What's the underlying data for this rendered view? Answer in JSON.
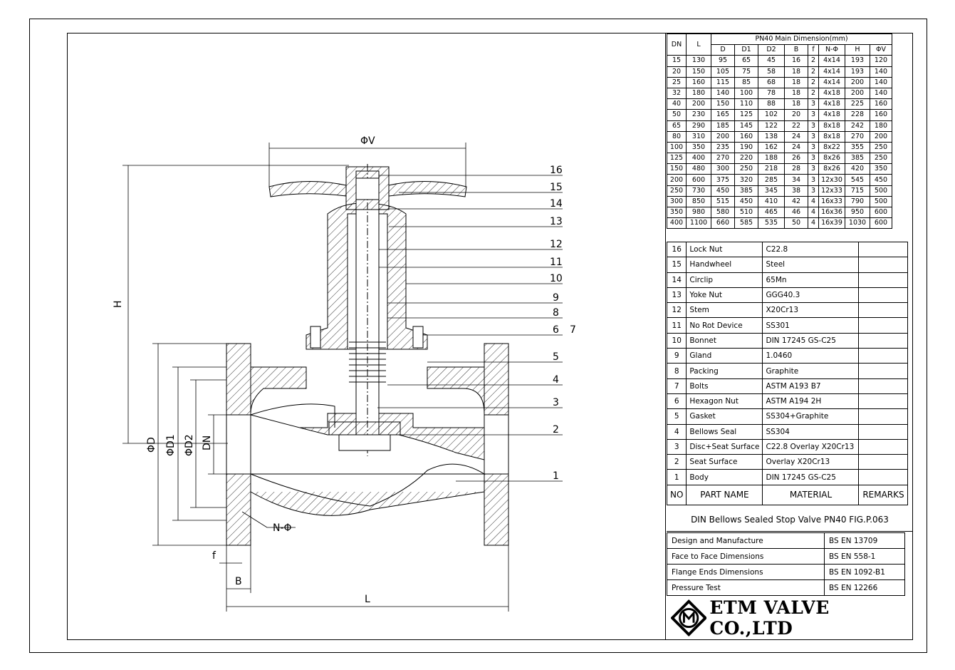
{
  "dimension_table": {
    "title": "PN40 Main Dimension(mm)",
    "headers": [
      "DN",
      "L",
      "D",
      "D1",
      "D2",
      "B",
      "f",
      "N-Φ",
      "H",
      "ΦV"
    ],
    "rows": [
      [
        "15",
        "130",
        "95",
        "65",
        "45",
        "16",
        "2",
        "4x14",
        "193",
        "120"
      ],
      [
        "20",
        "150",
        "105",
        "75",
        "58",
        "18",
        "2",
        "4x14",
        "193",
        "140"
      ],
      [
        "25",
        "160",
        "115",
        "85",
        "68",
        "18",
        "2",
        "4x14",
        "200",
        "140"
      ],
      [
        "32",
        "180",
        "140",
        "100",
        "78",
        "18",
        "2",
        "4x18",
        "200",
        "140"
      ],
      [
        "40",
        "200",
        "150",
        "110",
        "88",
        "18",
        "3",
        "4x18",
        "225",
        "160"
      ],
      [
        "50",
        "230",
        "165",
        "125",
        "102",
        "20",
        "3",
        "4x18",
        "228",
        "160"
      ],
      [
        "65",
        "290",
        "185",
        "145",
        "122",
        "22",
        "3",
        "8x18",
        "242",
        "180"
      ],
      [
        "80",
        "310",
        "200",
        "160",
        "138",
        "24",
        "3",
        "8x18",
        "270",
        "200"
      ],
      [
        "100",
        "350",
        "235",
        "190",
        "162",
        "24",
        "3",
        "8x22",
        "355",
        "250"
      ],
      [
        "125",
        "400",
        "270",
        "220",
        "188",
        "26",
        "3",
        "8x26",
        "385",
        "250"
      ],
      [
        "150",
        "480",
        "300",
        "250",
        "218",
        "28",
        "3",
        "8x26",
        "420",
        "350"
      ],
      [
        "200",
        "600",
        "375",
        "320",
        "285",
        "34",
        "3",
        "12x30",
        "545",
        "450"
      ],
      [
        "250",
        "730",
        "450",
        "385",
        "345",
        "38",
        "3",
        "12x33",
        "715",
        "500"
      ],
      [
        "300",
        "850",
        "515",
        "450",
        "410",
        "42",
        "4",
        "16x33",
        "790",
        "500"
      ],
      [
        "350",
        "980",
        "580",
        "510",
        "465",
        "46",
        "4",
        "16x36",
        "950",
        "600"
      ],
      [
        "400",
        "1100",
        "660",
        "585",
        "535",
        "50",
        "4",
        "16x39",
        "1030",
        "600"
      ]
    ]
  },
  "parts_table": {
    "headers": {
      "no": "NO",
      "name": "PART NAME",
      "material": "MATERIAL",
      "remarks": "REMARKS"
    },
    "rows": [
      {
        "no": "16",
        "name": "Lock Nut",
        "material": "C22.8",
        "remarks": ""
      },
      {
        "no": "15",
        "name": "Handwheel",
        "material": "Steel",
        "remarks": ""
      },
      {
        "no": "14",
        "name": "Circlip",
        "material": "65Mn",
        "remarks": ""
      },
      {
        "no": "13",
        "name": "Yoke Nut",
        "material": "GGG40.3",
        "remarks": ""
      },
      {
        "no": "12",
        "name": "Stem",
        "material": "X20Cr13",
        "remarks": ""
      },
      {
        "no": "11",
        "name": "No Rot Device",
        "material": "SS301",
        "remarks": ""
      },
      {
        "no": "10",
        "name": "Bonnet",
        "material": "DIN 17245 GS-C25",
        "remarks": ""
      },
      {
        "no": "9",
        "name": "Gland",
        "material": "1.0460",
        "remarks": ""
      },
      {
        "no": "8",
        "name": "Packing",
        "material": "Graphite",
        "remarks": ""
      },
      {
        "no": "7",
        "name": "Bolts",
        "material": "ASTM A193 B7",
        "remarks": ""
      },
      {
        "no": "6",
        "name": "Hexagon Nut",
        "material": "ASTM A194 2H",
        "remarks": ""
      },
      {
        "no": "5",
        "name": "Gasket",
        "material": "SS304+Graphite",
        "remarks": ""
      },
      {
        "no": "4",
        "name": "Bellows Seal",
        "material": "SS304",
        "remarks": ""
      },
      {
        "no": "3",
        "name": "Disc+Seat Surface",
        "material": "C22.8 Overlay X20Cr13",
        "remarks": ""
      },
      {
        "no": "2",
        "name": "Seat Surface",
        "material": "Overlay X20Cr13",
        "remarks": ""
      },
      {
        "no": "1",
        "name": "Body",
        "material": "DIN 17245 GS-C25",
        "remarks": ""
      }
    ]
  },
  "drawing_title": "DIN Bellows Sealed Stop Valve PN40 FIG.P.063",
  "standards": [
    {
      "label": "Design and Manufacture",
      "value": "BS EN 13709"
    },
    {
      "label": "Face to Face Dimensions",
      "value": "BS EN 558-1"
    },
    {
      "label": "Flange Ends Dimensions",
      "value": "BS EN 1092-B1"
    },
    {
      "label": "Pressure Test",
      "value": "BS EN 12266"
    }
  ],
  "company": "ETM VALVE CO.,LTD",
  "drawing_labels": {
    "phiV": "ΦV",
    "H": "H",
    "phiD": "ΦD",
    "phiD1": "ΦD1",
    "phiD2": "ΦD2",
    "DN": "DN",
    "N_phi": "N-Φ",
    "f": "f",
    "B": "B",
    "L": "L"
  },
  "balloons": [
    "16",
    "15",
    "14",
    "13",
    "12",
    "11",
    "10",
    "9",
    "8",
    "6",
    "7",
    "5",
    "4",
    "3",
    "2",
    "1"
  ]
}
